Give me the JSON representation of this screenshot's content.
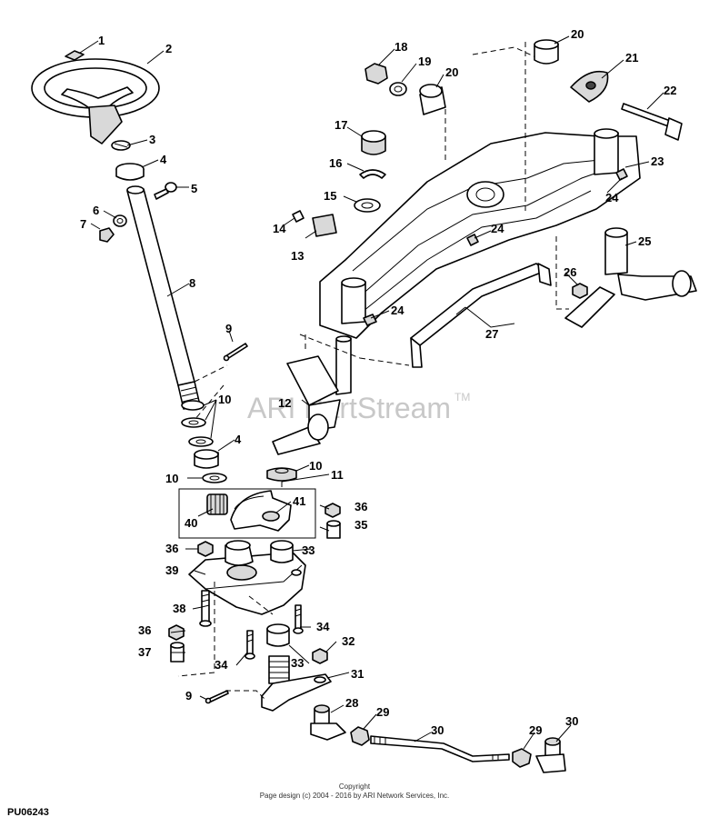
{
  "diagram": {
    "callouts": {
      "c1": "1",
      "c2": "2",
      "c3": "3",
      "c4a": "4",
      "c4b": "4",
      "c5": "5",
      "c6": "6",
      "c7": "7",
      "c8": "8",
      "c9a": "9",
      "c9b": "9",
      "c10a": "10",
      "c10b": "10",
      "c10c": "10",
      "c11": "11",
      "c12": "12",
      "c13": "13",
      "c14": "14",
      "c15": "15",
      "c16": "16",
      "c17": "17",
      "c18": "18",
      "c19": "19",
      "c20a": "20",
      "c20b": "20",
      "c21": "21",
      "c22": "22",
      "c23": "23",
      "c24a": "24",
      "c24b": "24",
      "c24c": "24",
      "c25": "25",
      "c26": "26",
      "c27": "27",
      "c28": "28",
      "c29a": "29",
      "c29b": "29",
      "c30a": "30",
      "c30b": "30",
      "c31": "31",
      "c32": "32",
      "c33a": "33",
      "c33b": "33",
      "c34a": "34",
      "c34b": "34",
      "c35": "35",
      "c36a": "36",
      "c36b": "36",
      "c36c": "36",
      "c37": "37",
      "c38": "38",
      "c39": "39",
      "c40": "40",
      "c41": "41"
    },
    "watermark": "ARI PartStream",
    "watermark_mark": "TM"
  },
  "footer": {
    "copyright": "Copyright",
    "page_design": "Page design (c) 2004 - 2016 by ARI Network Services, Inc.",
    "drawing_id": "PU06243"
  },
  "colors": {
    "line": "#000000",
    "background": "#ffffff",
    "watermark": "#c8c8c8"
  }
}
